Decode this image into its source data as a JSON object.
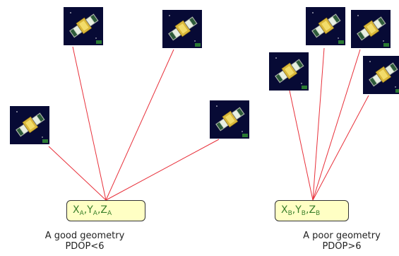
{
  "diagrams": [
    {
      "id": "good",
      "receiver": {
        "parts": [
          {
            "base": "X",
            "sub": "A"
          },
          {
            "base": "Y",
            "sub": "A"
          },
          {
            "base": "Z",
            "sub": "A"
          }
        ]
      },
      "caption": {
        "line1": "A good geometry",
        "line2": "PDOP<6"
      }
    },
    {
      "id": "poor",
      "receiver": {
        "parts": [
          {
            "base": "X",
            "sub": "B"
          },
          {
            "base": "Y",
            "sub": "B"
          },
          {
            "base": "Z",
            "sub": "B"
          }
        ]
      },
      "caption": {
        "line1": "A poor geometry",
        "line2": "PDOP>6"
      }
    }
  ],
  "colors": {
    "signal_line": "#e8303a",
    "receiver_text": "#3a7f2a",
    "receiver_fill": "#ffffc4",
    "sat_bg": "#070a35"
  },
  "icons": {
    "satellite": "satellite-icon"
  }
}
